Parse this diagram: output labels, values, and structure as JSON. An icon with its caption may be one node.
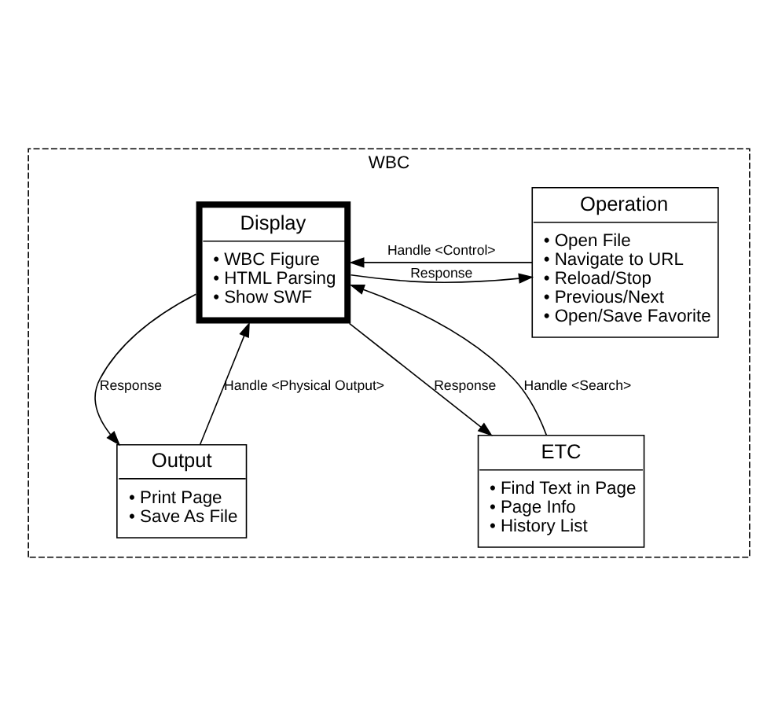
{
  "diagram": {
    "nodes": [
      {
        "text": [
          "WBC"
        ]
      },
      {
        "text": [
          "Display",
          "• WBC Figure",
          "• HTML Parsing",
          "• Show SWF"
        ],
        "in": 0
      },
      {
        "text": [
          "Operation",
          "• Open File",
          "• Navigate to URL",
          "• Reload/Stop",
          "• Previous/Next",
          "• Open/Save Favorite"
        ],
        "in": 0
      },
      {
        "text": [
          "Output",
          "• Print Page",
          "• Save As File"
        ],
        "in": 0
      },
      {
        "text": [
          "ETC",
          "• Find Text in Page",
          "• Page Info",
          "• History List"
        ],
        "in": 0
      }
    ],
    "edges": [
      {
        "from": 1,
        "to": 2,
        "arrow": "to",
        "label": "Response"
      },
      {
        "from": 2,
        "to": 1,
        "arrow": "to",
        "label": "Handle <Control>"
      },
      {
        "from": 1,
        "to": 3,
        "arrow": "to",
        "label": "Response"
      },
      {
        "from": 3,
        "to": 1,
        "arrow": "to",
        "label": "Handle <Physical Output>"
      },
      {
        "from": 1,
        "to": 4,
        "arrow": "to",
        "label": "Response"
      },
      {
        "from": 4,
        "to": 1,
        "arrow": "to",
        "label": "Handle <Search>"
      }
    ]
  }
}
